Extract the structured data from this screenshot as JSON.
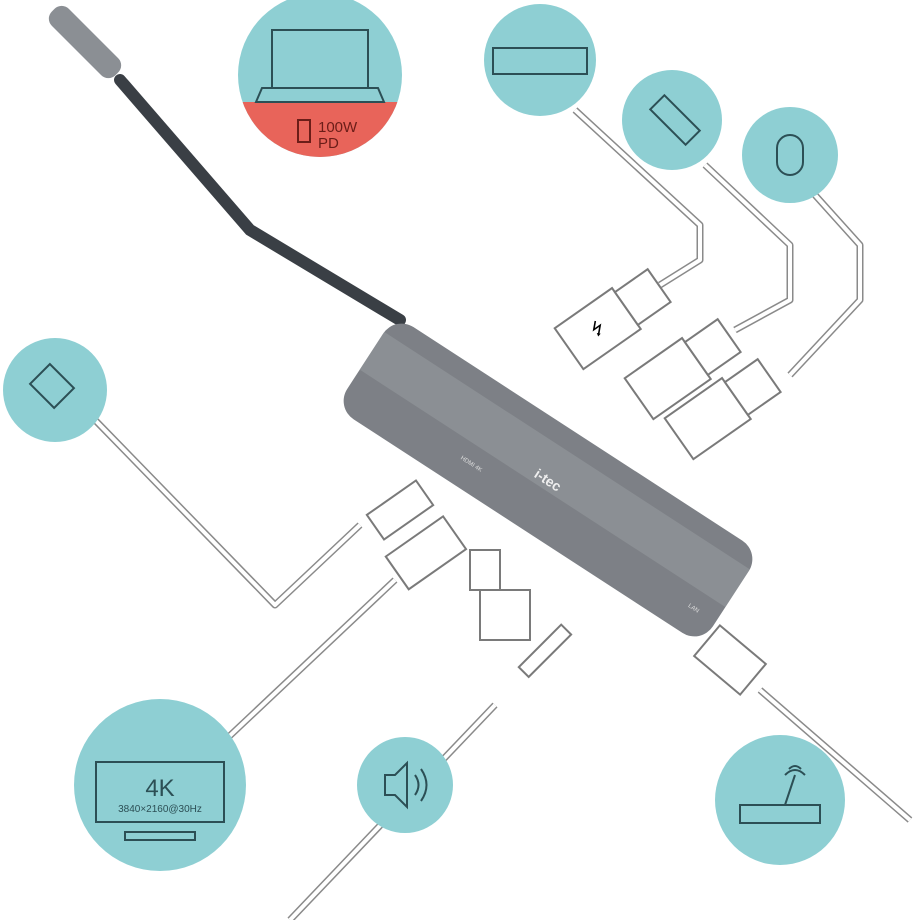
{
  "colors": {
    "circle": "#8ecfd3",
    "power_band": "#e8645a",
    "hub": "#7b7e84",
    "cable": "#3a3f45"
  },
  "laptop": {
    "icon": "laptop-icon",
    "power_line1": "100W",
    "power_line2": "PD"
  },
  "monitor": {
    "icon": "monitor-icon",
    "resolution_label": "4K",
    "resolution_detail": "3840×2160@30Hz"
  },
  "hub": {
    "brand": "i-tec",
    "hdmi_label": "HDMI 4K",
    "lan_label": "LAN"
  },
  "peripherals": [
    "keyboard-icon",
    "usb-flash-drive-icon",
    "mouse-icon",
    "power-plug-icon",
    "speaker-icon",
    "router-icon"
  ]
}
